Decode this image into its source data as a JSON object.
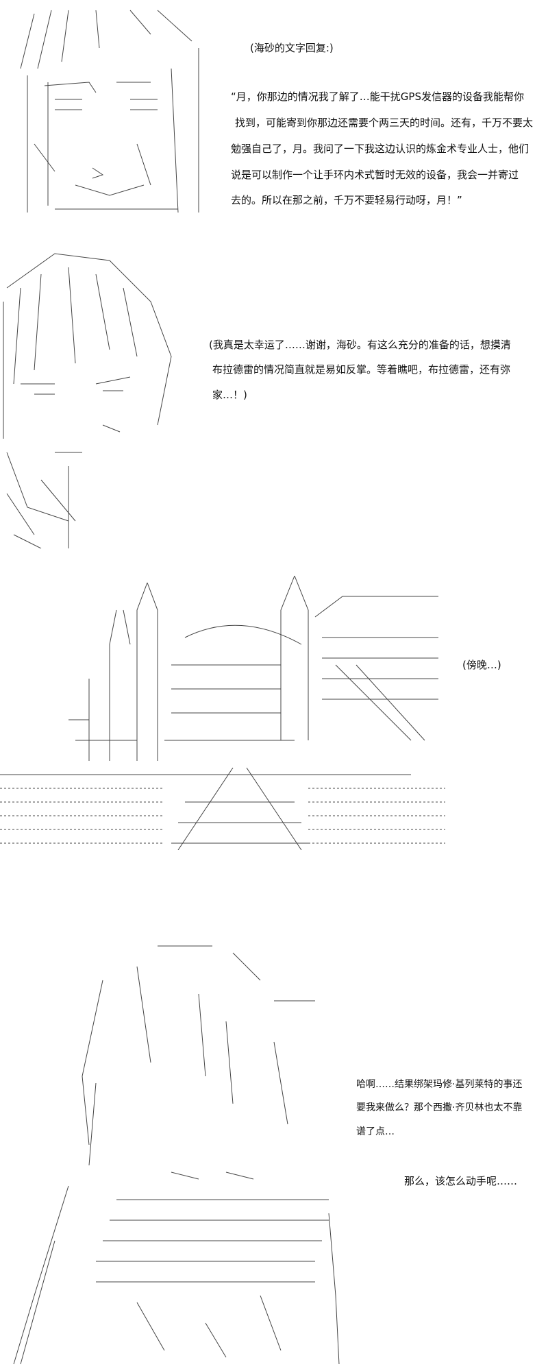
{
  "panel1": {
    "caption": "(海砂的文字回复:)",
    "lines": [
      "“月，你那边的情况我了解了…能干扰GPS发信器的设备我能帮你",
      "找到，可能寄到你那边还需要个两三天的时间。还有，千万不要太",
      "勉强自己了，月。我问了一下我这边认识的炼金术专业人士，他们",
      "说是可以制作一个让手环内术式暂时无效的设备，我会一并寄过",
      "去的。所以在那之前，千万不要轻易行动呀，月！”"
    ]
  },
  "panel2": {
    "lines": [
      "(我真是太幸运了……谢谢，海砂。有这么充分的准备的话，想摸清",
      "布拉德雷的情况简直就是易如反掌。等着瞧吧，布拉德雷，还有弥",
      "家…！)"
    ]
  },
  "panel3": {
    "caption": "(傍晚…)"
  },
  "panel4": {
    "lines": [
      "哈啊……结果绑架玛修·基列莱特的事还",
      "要我来做么？那个西撒·齐贝林也太不靠",
      "谱了点…"
    ],
    "aside": "那么，该怎么动手呢……"
  }
}
